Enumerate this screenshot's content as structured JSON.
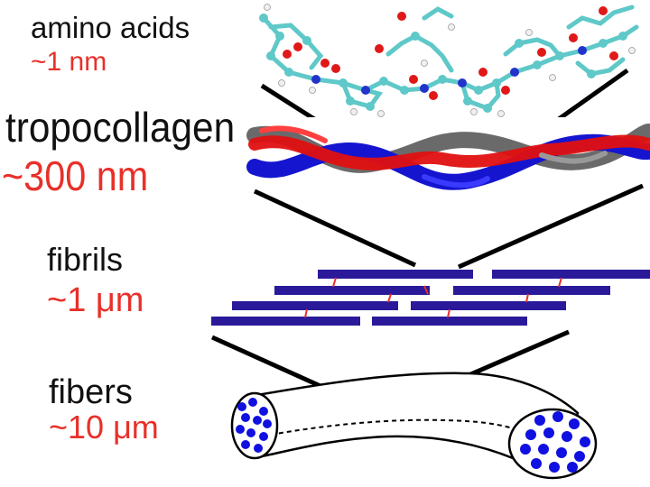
{
  "levels": {
    "amino": {
      "name": "amino acids",
      "size": "~1 nm"
    },
    "tropocollagen": {
      "name": "tropocollagen",
      "size": "~300 nm"
    },
    "fibrils": {
      "name": "fibrils",
      "size": "~1 μm"
    },
    "fibers": {
      "name": "fibers",
      "size": "~10 μm"
    }
  },
  "colors": {
    "label_text": "#111111",
    "size_text": "#e8302a",
    "fibril_bar": "#2a1a9a",
    "crosslink": "#e8302a",
    "helix_red": "#e01010",
    "helix_blue": "#1515d0",
    "helix_gray": "#6a6a6a",
    "atom_carbon": "#5fc8c8",
    "atom_oxygen": "#e01818",
    "atom_nitrogen": "#2233cc",
    "atom_hydrogen": "#f0f0f0",
    "fiber_dots": "#1010e0"
  },
  "icons": [
    "amino-acid-molecule",
    "triple-helix",
    "fibril-array",
    "fiber-cylinder"
  ]
}
